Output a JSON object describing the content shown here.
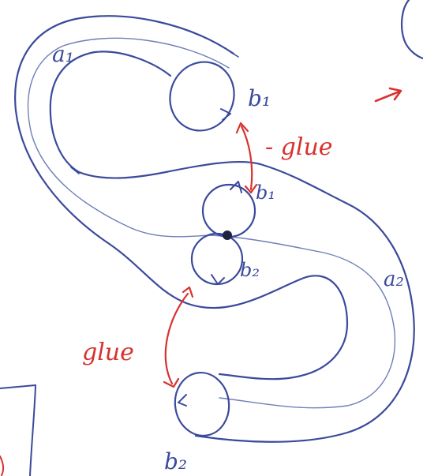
{
  "colors": {
    "background": "#ffffff",
    "ink_blue": "#3b4a9c",
    "ink_light_blue": "#6f7fb8",
    "ink_red": "#d8322f"
  },
  "labels": {
    "a1": "a₁",
    "a2": "a₂",
    "b1_top": "b₁",
    "b1_center": "b₁",
    "b2_center": "b₂",
    "b2_bottom": "b₂",
    "glue_top": "- glue",
    "glue_left": "glue"
  }
}
